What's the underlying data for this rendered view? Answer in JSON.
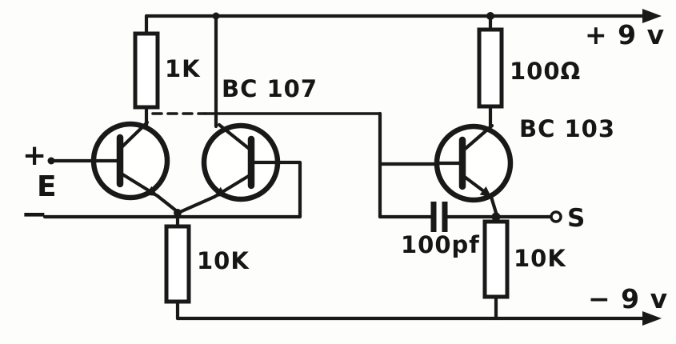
{
  "labels": {
    "vplus": "+ 9 v",
    "vminus": "− 9 v",
    "r_collector_left": "1K",
    "r_collector_right": "100Ω",
    "r_tail_left": "10K",
    "r_output_right": "10K",
    "q_pair": "BC 107",
    "q_out": "BC 103",
    "capacitor": "100pf",
    "input_plus": "+",
    "input_minus": "−",
    "input_name": "E",
    "output_name": "S"
  },
  "colors": {
    "ink": "#191919",
    "paper": "#fdfdfb"
  }
}
